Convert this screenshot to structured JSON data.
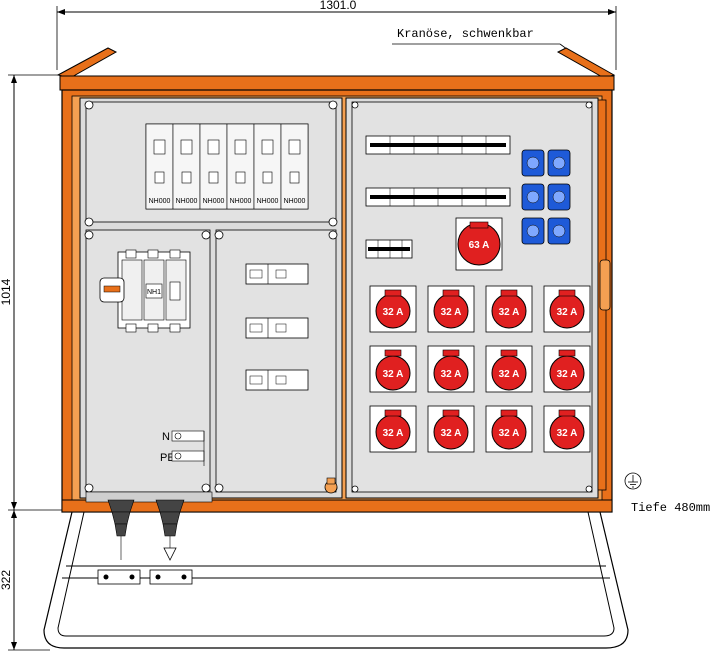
{
  "dimensions": {
    "width": "1301.0",
    "height_cabinet": "1014",
    "height_base": "322",
    "depth": "Tiefe 480mm"
  },
  "annotations": {
    "crane_eye": "Kranöse, schwenkbar"
  },
  "fuses": {
    "nh_labels": [
      "NH000",
      "NH000",
      "NH000",
      "NH000",
      "NH000",
      "NH000"
    ],
    "main_switch_label": "NH1"
  },
  "terminals": {
    "n_label": "N",
    "pe_label": "PE"
  },
  "sockets": {
    "cee63_label": "63 A",
    "cee32_label": "32 A",
    "cee32_count": 12,
    "schuko_count": 6
  },
  "colors": {
    "frame_orange": "#e8701a",
    "panel_grey": "#dcdcdc",
    "cee_red": "#e02020",
    "schuko_blue": "#1e5ad8"
  }
}
